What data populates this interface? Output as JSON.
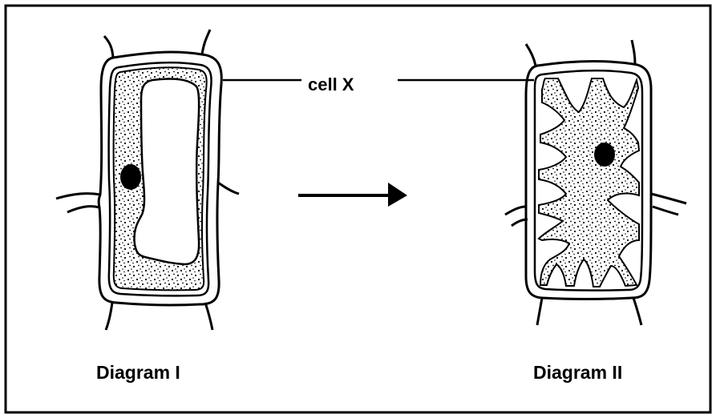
{
  "labels": {
    "cell_x": "cell X",
    "diagram_1": "Diagram I",
    "diagram_2": "Diagram II"
  },
  "colors": {
    "ink": "#000000",
    "paper": "#ffffff"
  }
}
